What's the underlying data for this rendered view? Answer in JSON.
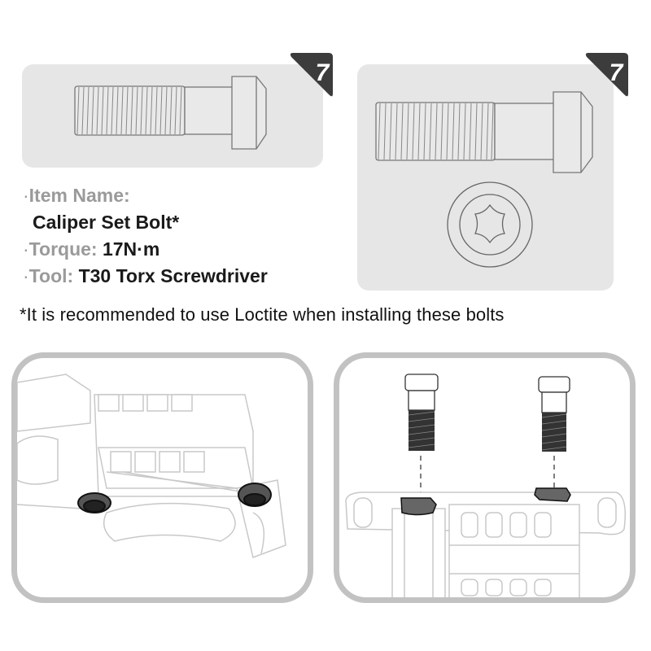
{
  "top_left_panel": {
    "step_badge": "7",
    "illustration": "caliper-set-bolt-side-view"
  },
  "top_right_panel": {
    "step_badge": "7",
    "illustration": "caliper-set-bolt-side-view-with-torx-head"
  },
  "spec": {
    "item_name_label": "Item Name:",
    "item_name_value": "Caliper Set Bolt*",
    "torque_label": "Torque:",
    "torque_value": "17N·m",
    "tool_label": "Tool:",
    "tool_value": "T30 Torx Screwdriver",
    "bullet": "·"
  },
  "note": "*It is recommended to use Loctite when installing these bolts",
  "bottom_left_panel": {
    "illustration": "caliper-installed-bolts-highlighted"
  },
  "bottom_right_panel": {
    "illustration": "bolts-exploded-above-caliper"
  },
  "colors": {
    "panel_bg": "#e6e6e6",
    "badge_bg": "#3c3c3c",
    "frame_border": "#c2c2c2",
    "label_gray": "#9a9a9a",
    "text_dark": "#1a1a1a"
  }
}
